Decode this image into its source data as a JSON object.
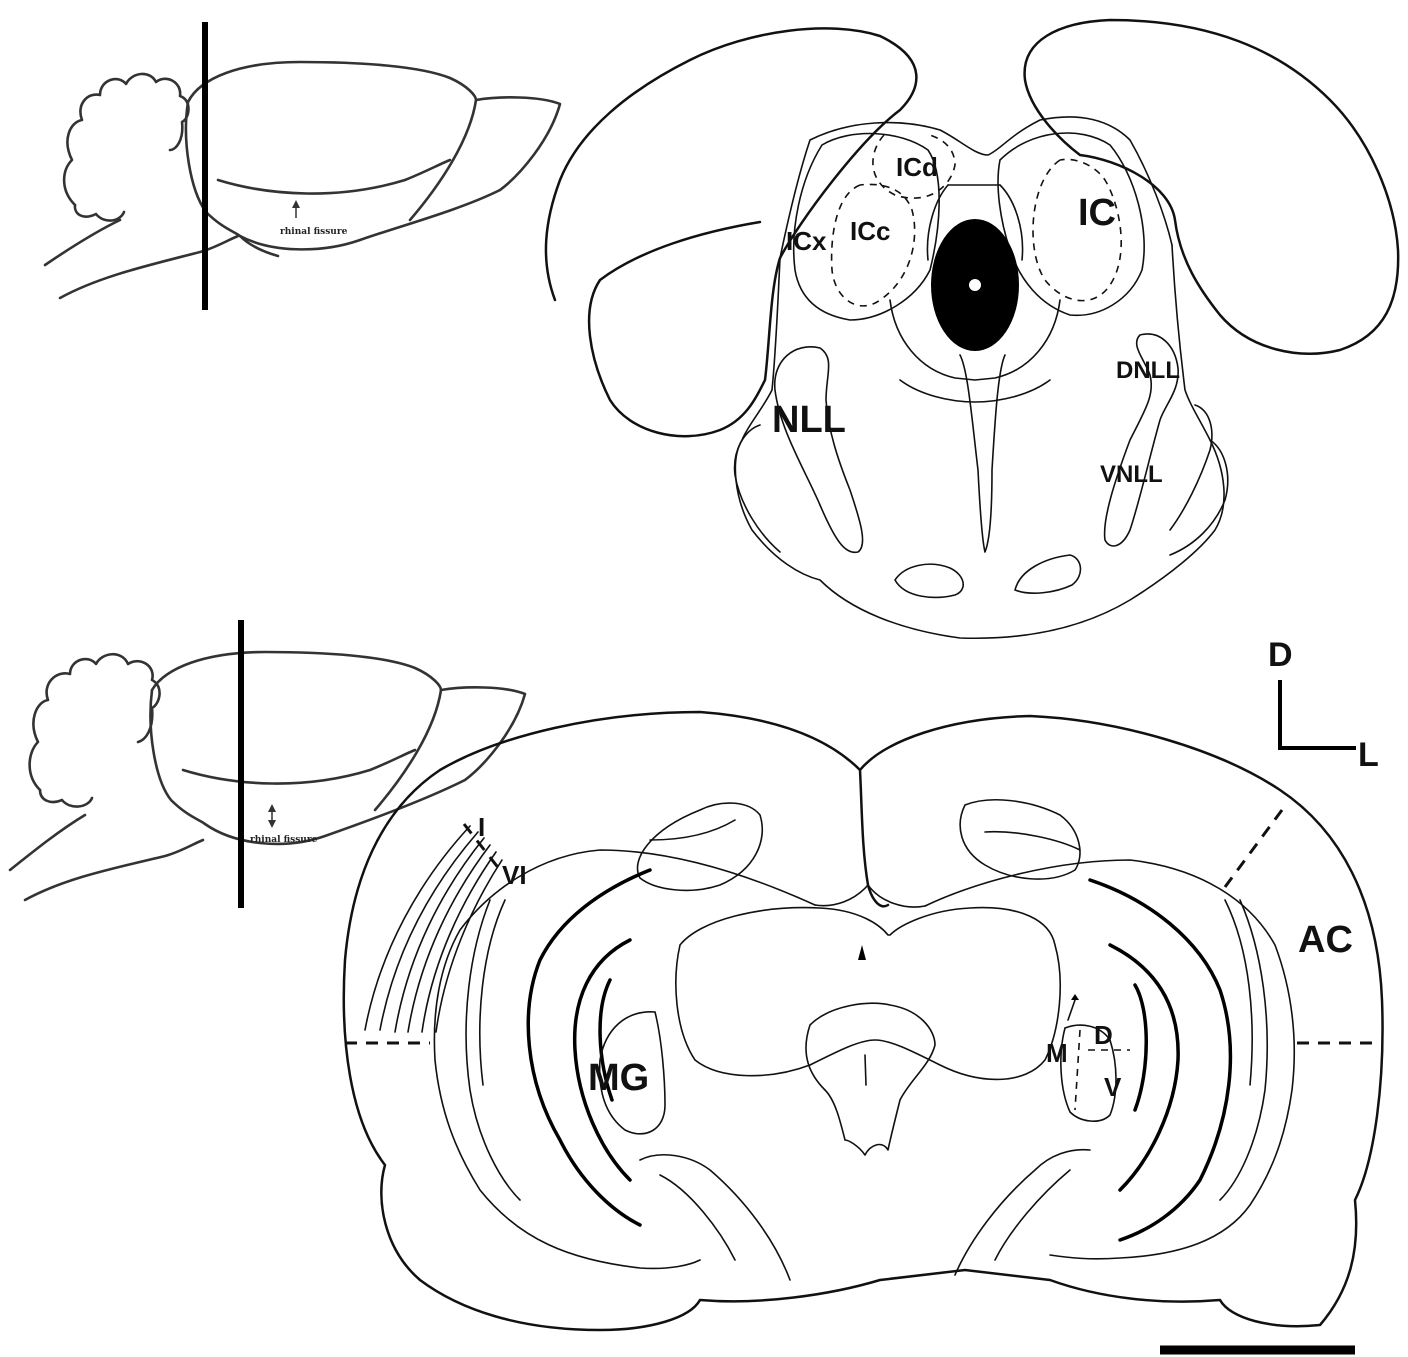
{
  "sketches": {
    "top": {
      "fissure_label": "rhinal fissure"
    },
    "bottom": {
      "fissure_label": "rhinal fissure"
    }
  },
  "top_section": {
    "labels": {
      "icd": "ICd",
      "icx": "ICx",
      "icc": "ICc",
      "ic": "IC",
      "nll": "NLL",
      "dnll": "DNLL",
      "vnll": "VNLL"
    }
  },
  "bottom_section": {
    "labels": {
      "layer_i": "I",
      "layer_vi": "VI",
      "ac": "AC",
      "mg": "MG",
      "m": "M",
      "d": "D",
      "v": "V"
    }
  },
  "orientation": {
    "dorsal": "D",
    "lateral": "L"
  },
  "colors": {
    "ink": "#111111",
    "background": "#ffffff"
  }
}
